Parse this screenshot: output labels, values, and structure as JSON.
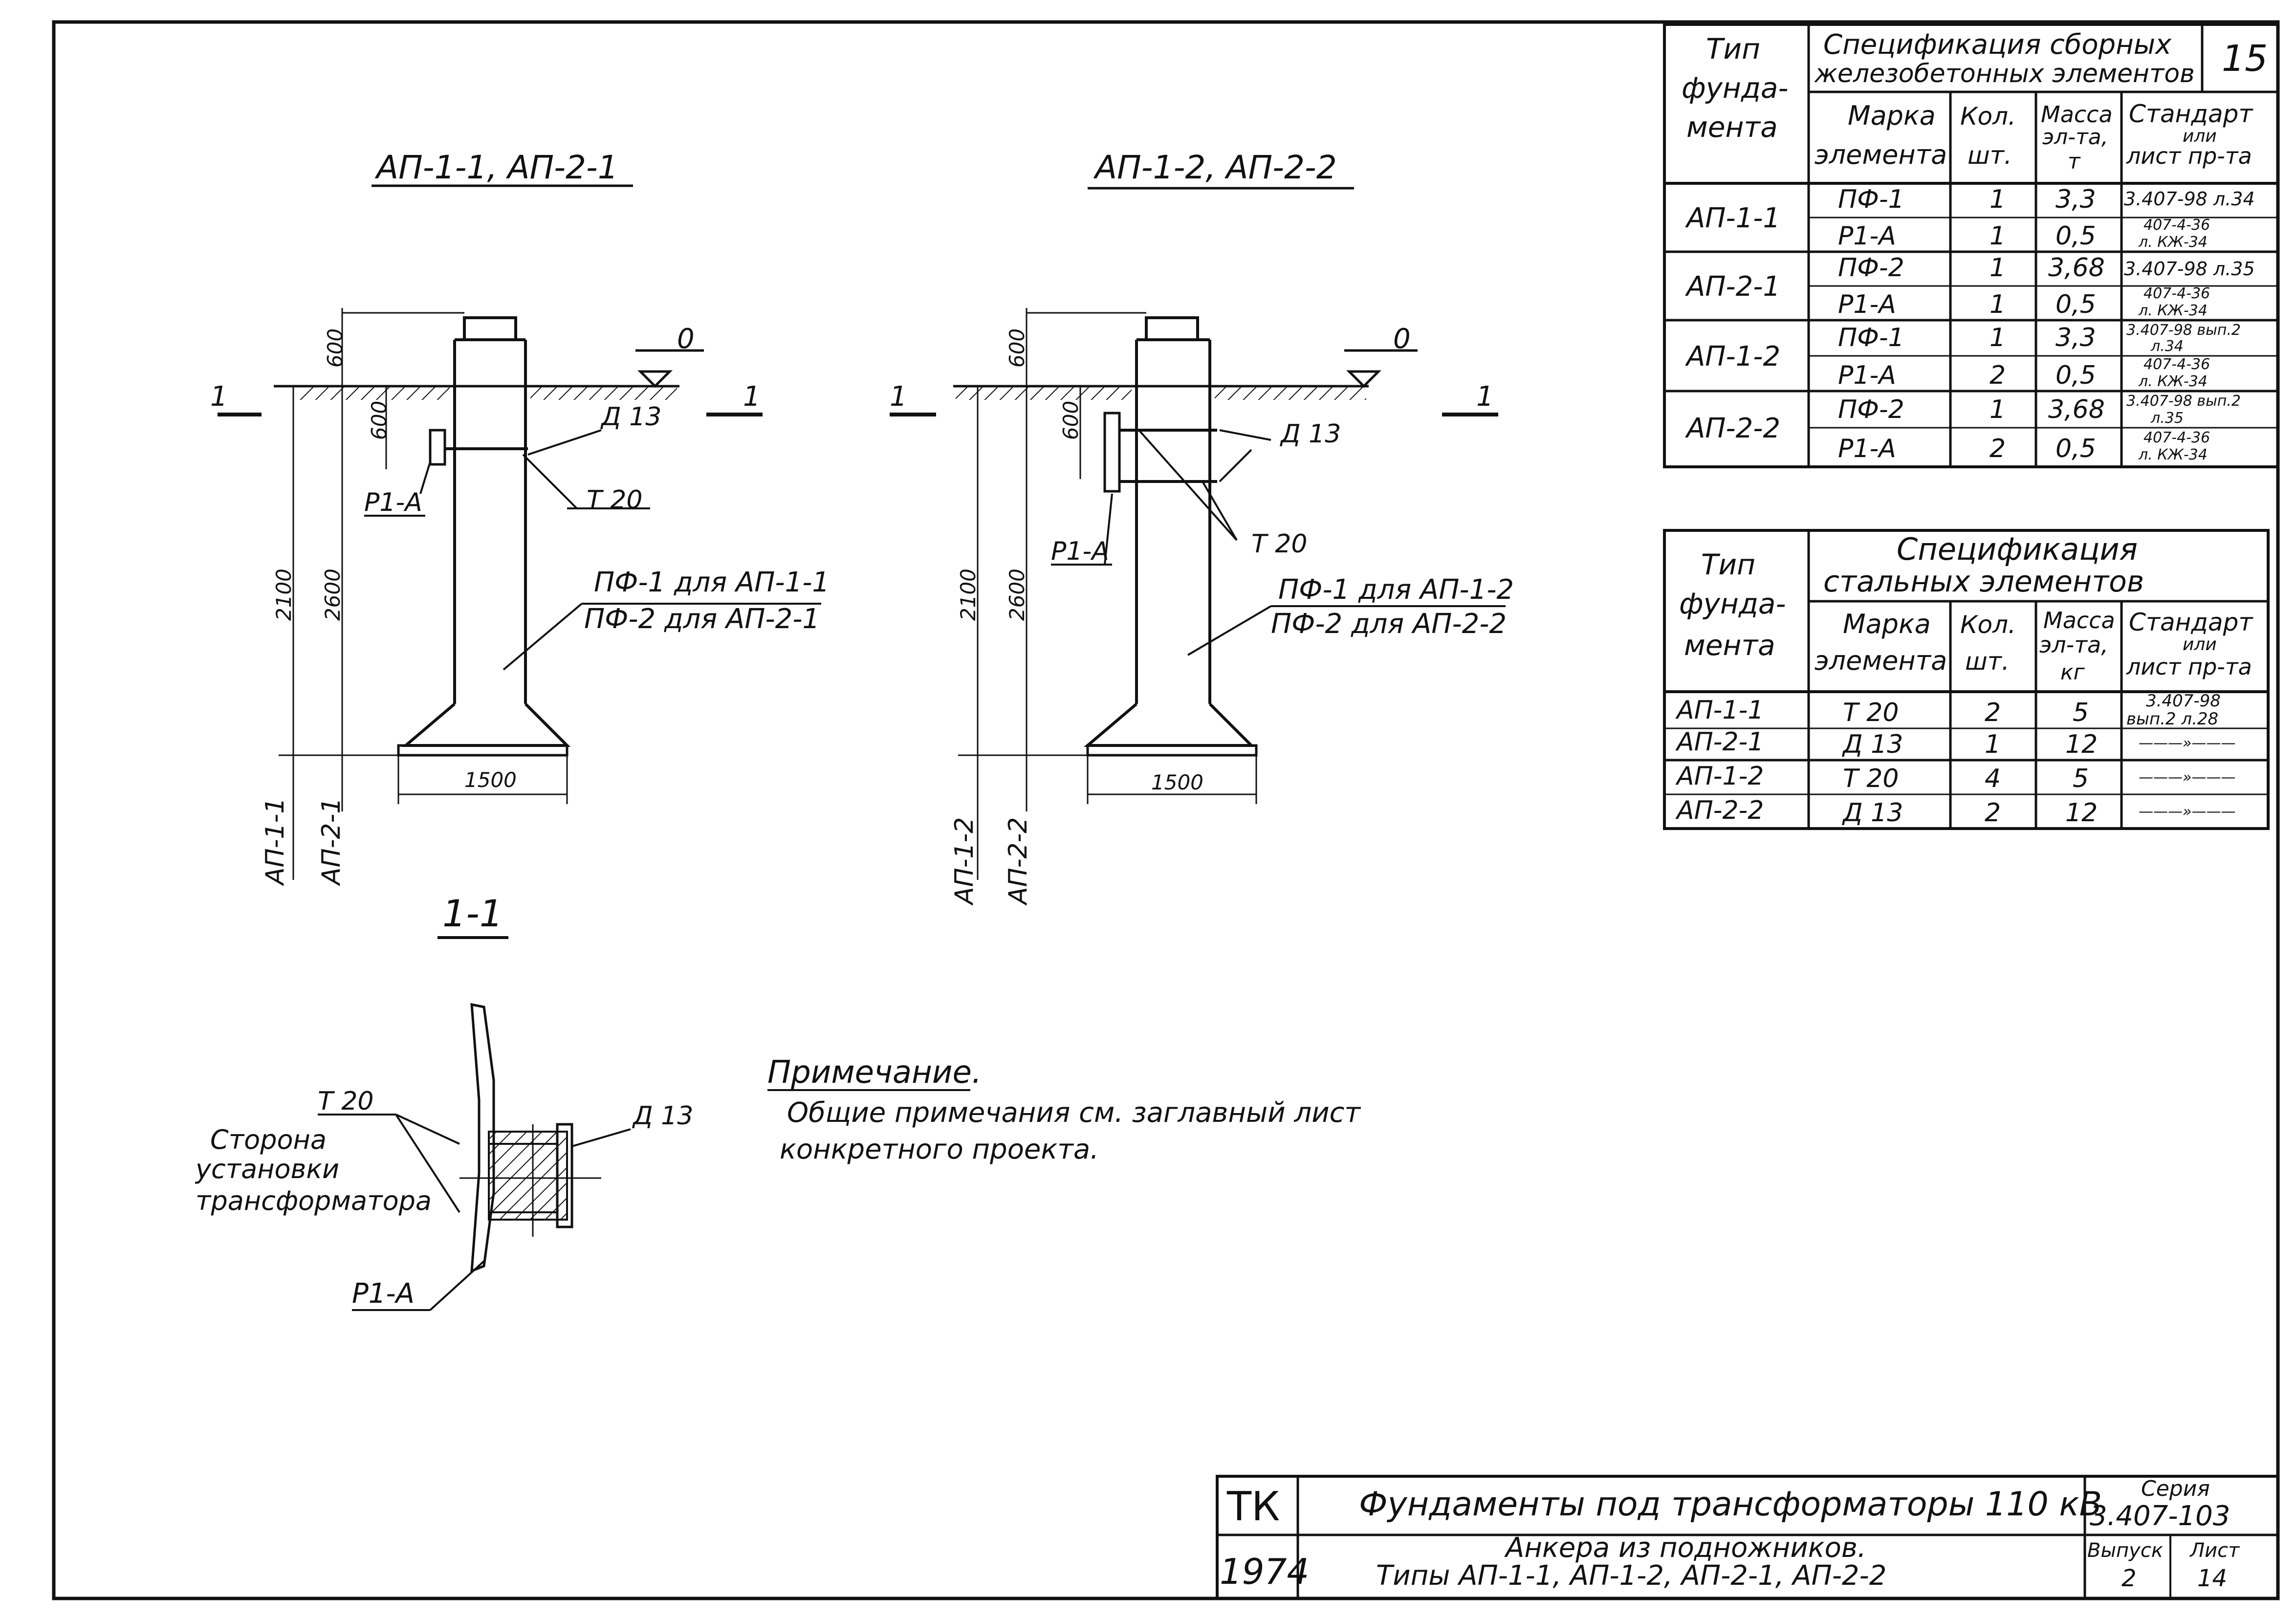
{
  "sheet_no": "15",
  "views": {
    "left_title": "АП-1-1, АП-2-1",
    "right_title": "АП-1-2, АП-2-2",
    "section_title": "1-1"
  },
  "dims": {
    "d600": "600",
    "d2100": "2100",
    "d2600": "2600",
    "d1500": "1500"
  },
  "labels": {
    "level_zero": "0",
    "cut_left": "1",
    "cut_right": "1",
    "d13": "Д 13",
    "t20": "Т 20",
    "p1a": "Р1-А",
    "pf_left_1": "ПФ-1  для  АП-1-1",
    "pf_left_2": "ПФ-2  для  АП-2-1",
    "pf_right_1": "ПФ-1  для  АП-1-2",
    "pf_right_2": "ПФ-2  для  АП-2-2",
    "ap11": "АП-1-1",
    "ap21": "АП-2-1",
    "ap12": "АП-1-2",
    "ap22": "АП-2-2",
    "side_1": "Сторона",
    "side_2": "установки",
    "side_3": "трансформатора"
  },
  "note": {
    "title": "Примечание.",
    "line1": "Общие  примечания   см. заглавный  лист",
    "line2": "конкретного      проекта."
  },
  "table1": {
    "h_type_1": "Тип",
    "h_type_2": "фунда-",
    "h_type_3": "мента",
    "h_spec_1": "Спецификация   сборных",
    "h_spec_2": "железобетонных  элементов",
    "h_mark_1": "Марка",
    "h_mark_2": "элемента",
    "h_qty_1": "Кол.",
    "h_qty_2": "шт.",
    "h_mass_1": "Масса",
    "h_mass_2": "эл-та,",
    "h_mass_3": "т",
    "h_std_1": "Стандарт",
    "h_std_2": "или",
    "h_std_3": "лист пр-та",
    "groups": [
      "АП-1-1",
      "АП-2-1",
      "АП-1-2",
      "АП-2-2"
    ],
    "rows": [
      {
        "mark": "ПФ-1",
        "qty": "1",
        "mass": "3,3",
        "std1": "3.407-98 л.34",
        "std2": ""
      },
      {
        "mark": "Р1-А",
        "qty": "1",
        "mass": "0,5",
        "std1": "407-4-36",
        "std2": "л. КЖ-34"
      },
      {
        "mark": "ПФ-2",
        "qty": "1",
        "mass": "3,68",
        "std1": "3.407-98 л.35",
        "std2": ""
      },
      {
        "mark": "Р1-А",
        "qty": "1",
        "mass": "0,5",
        "std1": "407-4-36",
        "std2": "л. КЖ-34"
      },
      {
        "mark": "ПФ-1",
        "qty": "1",
        "mass": "3,3",
        "std1": "3.407-98 вып.2",
        "std2": "л.34"
      },
      {
        "mark": "Р1-А",
        "qty": "2",
        "mass": "0,5",
        "std1": "407-4-36",
        "std2": "л. КЖ-34"
      },
      {
        "mark": "ПФ-2",
        "qty": "1",
        "mass": "3,68",
        "std1": "3.407-98 вып.2",
        "std2": "л.35"
      },
      {
        "mark": "Р1-А",
        "qty": "2",
        "mass": "0,5",
        "std1": "407-4-36",
        "std2": "л. КЖ-34"
      }
    ]
  },
  "table2": {
    "h_type_1": "Тип",
    "h_type_2": "фунда-",
    "h_type_3": "мента",
    "h_spec_1": "Спецификация",
    "h_spec_2": "стальных      элементов",
    "h_mark_1": "Марка",
    "h_mark_2": "элемента",
    "h_qty_1": "Кол.",
    "h_qty_2": "шт.",
    "h_mass_1": "Масса",
    "h_mass_2": "эл-та,",
    "h_mass_3": "кг",
    "h_std_1": "Стандарт",
    "h_std_2": "или",
    "h_std_3": "лист пр-та",
    "rows": [
      {
        "type": "АП-1-1",
        "mark": "Т 20",
        "qty": "2",
        "mass": "5",
        "std1": "3.407-98",
        "std2": "вып.2  л.28"
      },
      {
        "type": "АП-2-1",
        "mark": "Д 13",
        "qty": "1",
        "mass": "12",
        "std1": "———»———",
        "std2": ""
      },
      {
        "type": "АП-1-2",
        "mark": "Т 20",
        "qty": "4",
        "mass": "5",
        "std1": "———»———",
        "std2": ""
      },
      {
        "type": "АП-2-2",
        "mark": "Д 13",
        "qty": "2",
        "mass": "12",
        "std1": "———»———",
        "std2": ""
      }
    ]
  },
  "title_block": {
    "org": "ТК",
    "year": "1974",
    "title": "Фундаменты под трансформаторы 110 кВ",
    "subtitle_1": "Анкера  из  подножников.",
    "subtitle_2": "Типы  АП-1-1, АП-1-2, АП-2-1,  АП-2-2",
    "series_label": "Серия",
    "series_value": "3.407-103",
    "issue_label": "Выпуск",
    "issue_value": "2",
    "sheet_label": "Лист",
    "sheet_value": "14"
  }
}
